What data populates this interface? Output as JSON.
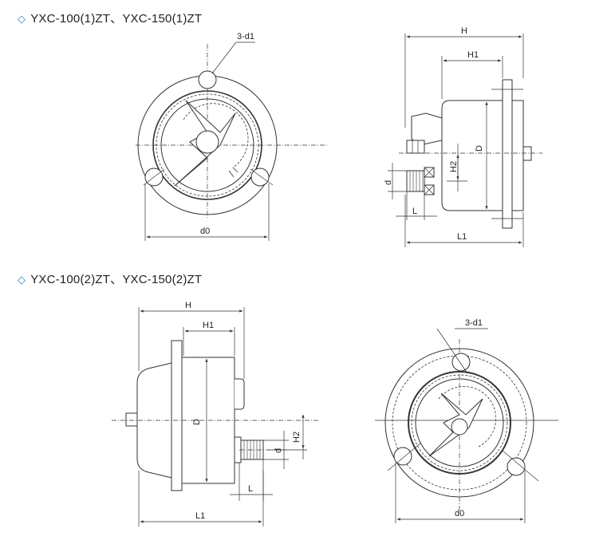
{
  "colors": {
    "line": "#333333",
    "marker": "#2a86c8"
  },
  "section1": {
    "marker": "◇",
    "title": "YXC-100(1)ZT、YXC-150(1)ZT",
    "front": {
      "holes": "3-d1",
      "d0": "d0"
    },
    "side": {
      "H": "H",
      "H1": "H1",
      "D": "D",
      "H2": "H2",
      "d": "d",
      "L": "L",
      "L1": "L1"
    }
  },
  "section2": {
    "marker": "◇",
    "title": "YXC-100(2)ZT、YXC-150(2)ZT",
    "side": {
      "H": "H",
      "H1": "H1",
      "D": "D",
      "H2": "H2",
      "d": "d",
      "L": "L",
      "L1": "L1"
    },
    "front": {
      "holes": "3-d1",
      "d0": "d0"
    }
  }
}
